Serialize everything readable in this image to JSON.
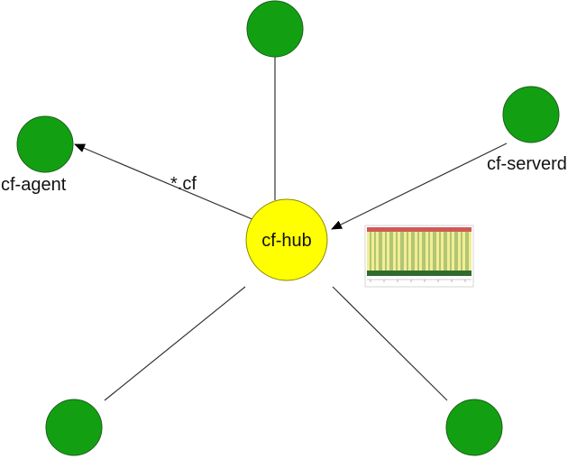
{
  "colors": {
    "node": "#12a012",
    "hub": "#ffff00",
    "edge": "#333333",
    "thumb_bg": "#f2ee94",
    "thumb_top": "#d05a5a",
    "thumb_bottom": "#2f6b2f"
  },
  "hub": {
    "label": "cf-hub"
  },
  "nodes": [
    {
      "id": "top",
      "label": ""
    },
    {
      "id": "left",
      "label": "cf-agent"
    },
    {
      "id": "right",
      "label": "cf-serverd"
    },
    {
      "id": "bottom-left",
      "label": ""
    },
    {
      "id": "bottom-right",
      "label": ""
    }
  ],
  "edges": [
    {
      "id": "hub-to-agent",
      "label": "*.cf",
      "arrow": "to-agent"
    },
    {
      "id": "serverd-to-hub",
      "label": "",
      "arrow": "to-hub"
    },
    {
      "id": "hub-top",
      "label": "",
      "arrow": "none"
    },
    {
      "id": "hub-bottom-left",
      "label": "",
      "arrow": "none"
    },
    {
      "id": "hub-bottom-right",
      "label": "",
      "arrow": "none"
    }
  ],
  "thumbnail": {
    "icon": "compliance-bar-chart-icon"
  }
}
